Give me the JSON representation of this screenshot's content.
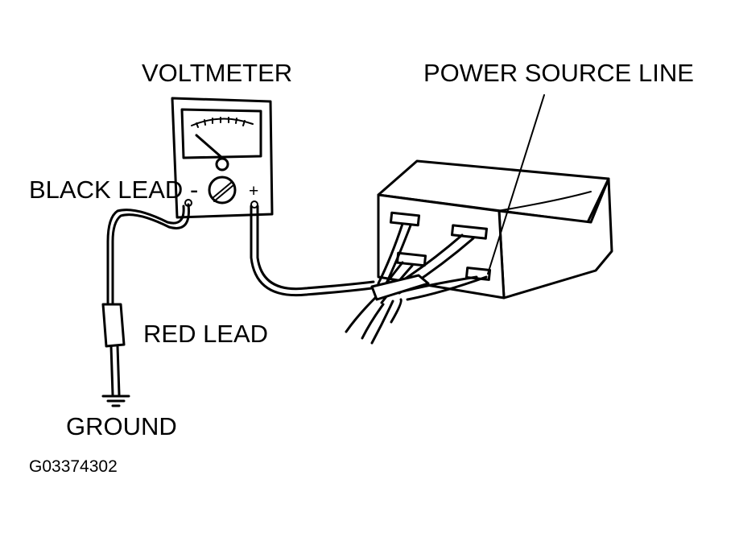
{
  "labels": {
    "voltmeter": "VOLTMETER",
    "power_source_line": "POWER SOURCE LINE",
    "black_lead": "BLACK LEAD",
    "red_lead": "RED LEAD",
    "ground": "GROUND",
    "figure_id": "G03374302"
  },
  "symbols": {
    "minus": "-",
    "plus": "+"
  },
  "colors": {
    "ink": "#000000",
    "paper": "#ffffff"
  }
}
